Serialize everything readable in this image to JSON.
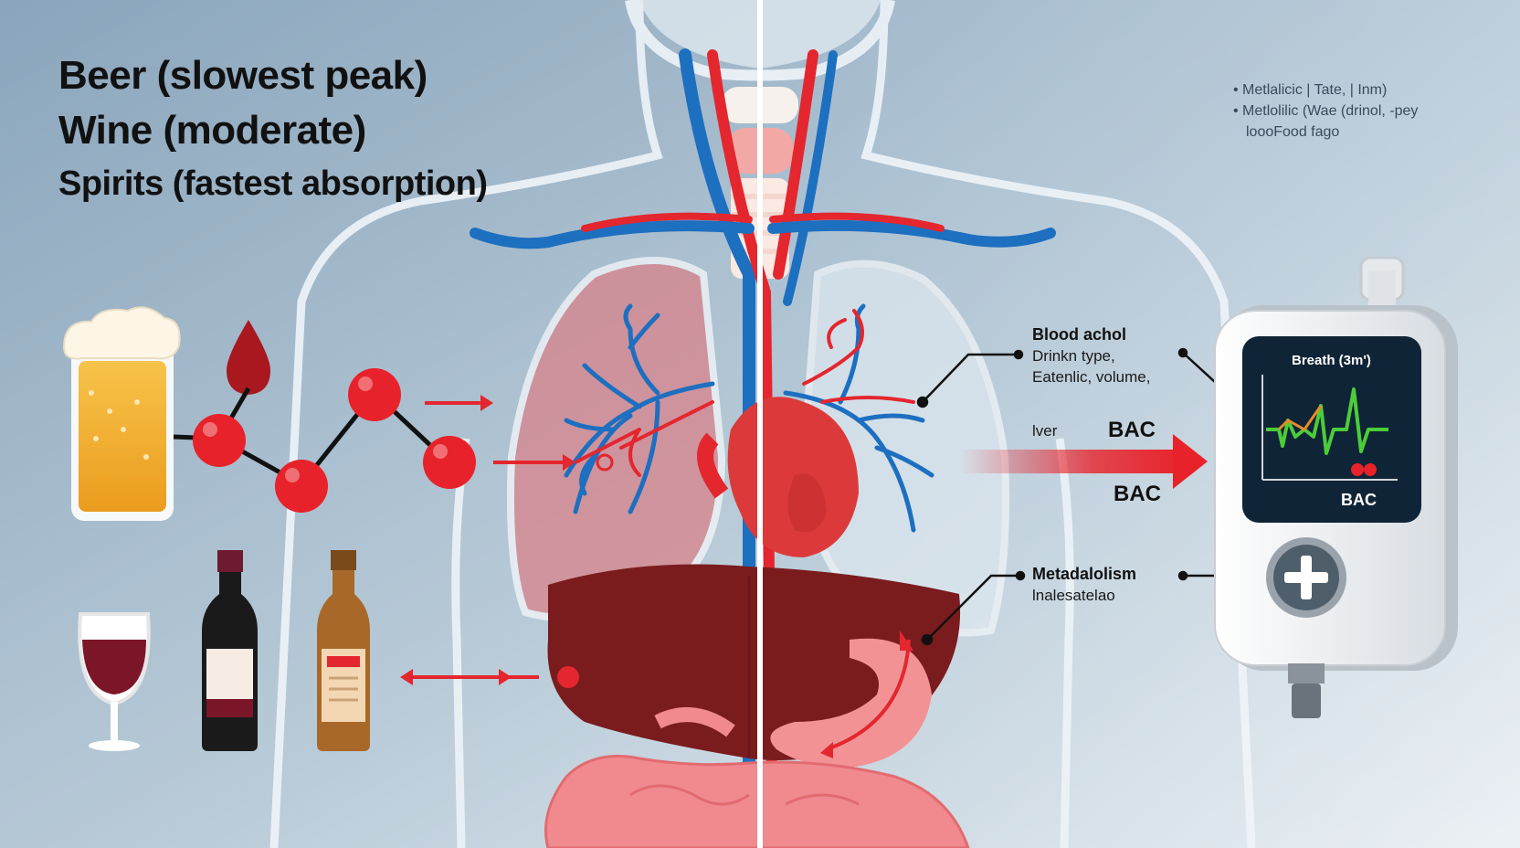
{
  "legend": {
    "beer": "Beer (slowest peak)",
    "wine": "Wine (moderate)",
    "spirits": "Spirits (fastest absorption)"
  },
  "notes": [
    "• Metlalicic | Tate, | Inm)",
    "• Metlolilic (Wae (drinol, -pey",
    "loooFood fago"
  ],
  "labels": {
    "blood_alcohol": "Blood achol",
    "factors_line1": "Drinkn type,",
    "factors_line2": "Eatenlic, volume,",
    "liver": "lver",
    "bac_arrow": "BAC",
    "bac_lower": "BAC",
    "metabolism": "Metadalolism",
    "metabolism_sub": "lnalesatelao"
  },
  "breathalyzer": {
    "header": "Breath (3m')",
    "bac": "BAC"
  },
  "colors": {
    "background_top": "#8fa9bf",
    "background_bottom": "#e8eef3",
    "artery": "#e4262e",
    "vein": "#1d6fc0",
    "lung": "#d8838a",
    "liver": "#7a1c1e",
    "intestine": "#f08a8e",
    "molecule": "#e8222a",
    "beer": "#f2b233",
    "wine": "#7a1628",
    "device": "#f2f3f4",
    "screen": "#0f2436"
  },
  "icons": [
    "beer-glass-icon",
    "blood-drop-icon",
    "wine-glass-icon",
    "wine-bottle-icon",
    "spirits-bottle-icon",
    "breathalyzer-icon",
    "plus-icon"
  ]
}
